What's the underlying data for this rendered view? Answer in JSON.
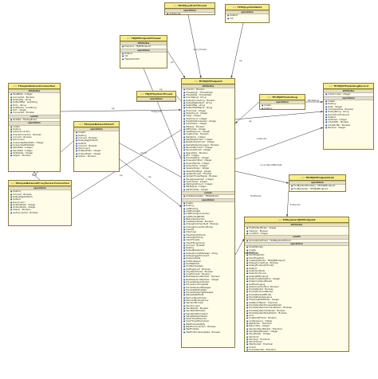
{
  "classes": [
    {
      "id": "tipunit",
      "name": "TPUPJoystickTThread",
      "sections": [
        {
          "title": "operations",
          "items": [
            "OnExecute"
          ]
        }
      ]
    },
    {
      "id": "tupadj",
      "name": "TPUPJoystickHints",
      "sections": [
        {
          "title": "operations",
          "items": [
            "Default",
            "Init"
          ]
        }
      ]
    },
    {
      "id": "tpadthread",
      "name": "TRJSPEndpointThread",
      "sections": [
        {
          "title": "attributes",
          "items": [
            "Endpoint : TRJSPEndpoint"
          ]
        },
        {
          "title": "operations",
          "items": [
            "Default",
            "Init",
            "PrepareForPoll"
          ]
        }
      ]
    },
    {
      "id": "tsimpleconn",
      "name": "TSimpleNetworkConnection",
      "sections": [
        {
          "title": "attributes",
          "items": [
            "RawBSize : Integer",
            "Connected : Boolean",
            "DebugTag : string",
            "DefaultMap : AnsiString",
            "Error : string",
            "HostName : AnsiString",
            "Port : Integer",
            "Connected : Boolean"
          ]
        },
        {
          "title": "events",
          "items": [
            "OnData : TDebugEvent"
          ]
        },
        {
          "title": "operations",
          "items": [
            "Create",
            "Destroy",
            "ClearConnection",
            "CheckConnection : Boolean",
            "Connect : Boolean",
            "Disconnect",
            "GuaranteeReadData : Integer",
            "GuaranteeWriteData",
            "ReadData : Integer",
            "SendData : Integer",
            "WriteData : Integer",
            "IsOpen : Boolean"
          ]
        }
      ]
    },
    {
      "id": "tsimpleclient",
      "name": "TSimpleNetworkClient",
      "sections": [
        {
          "title": "operations",
          "items": [
            "Create",
            "Destroy",
            "Connect : Boolean",
            "DebugTag(Default)",
            "Default",
            "Connect : Boolean",
            "Disconnect",
            "DoReadData : Integer",
            "DoSendData : Integer",
            "IsOpen : Boolean"
          ]
        }
      ]
    },
    {
      "id": "tsimpleserver",
      "name": "TSimpleNetworkProxyServerConnection",
      "sections": [
        {
          "title": "operations",
          "items": [
            "Destroy",
            "Connect : Boolean",
            "DebugTag(Default)",
            "Default",
            "Disconnect",
            "DoReadData : Integer",
            "DoSendData : Integer",
            "IsOpen : Boolean",
            "GetConnected : Boolean"
          ]
        }
      ]
    },
    {
      "id": "tsyscomp",
      "name": "TRJSPSystemThread",
      "sections": [
        {
          "title": "operations",
          "items": [
            "OnExecute"
          ]
        }
      ]
    },
    {
      "id": "tjsp",
      "name": "TPUPJSPEndpoint",
      "sections": [
        {
          "title": "attributes",
          "items": [
            "Checkin : Boolean",
            "CloseOrigin : TCloseOrigin",
            "CloseState : TCloseState",
            "ConnDebug : string",
            "DebugConnecting : Boolean",
            "DebugTagDefault : string",
            "DefaultTag : string",
            "DefaultHostName : string",
            "ErrorCode : Integer",
            "FailedCount : Integer",
            "Flags : Integer",
            "FlushCount : Integer",
            "HasWriteProcessList : Integer",
            "IndexValue : Integer",
            "IsReady : Boolean",
            "JSPHandle : Integer",
            "LastSequence : Integer",
            "LogProvider : Boolean",
            "MaxItems : Integer",
            "MaxFailedOrders : Integer",
            "NewProblemCount : Integer",
            "ReadyNetworkLogged : Boolean",
            "ReceiveErrorInfo : Integer",
            "ReceivedFinish : Integer",
            "RequeStop : Boolean",
            "RTT : Integer",
            "ProcessItems : Integer",
            "QueueAdmitted : Integer",
            "QueueHandle : Integer",
            "QueueTime : Integer",
            "SessionDelay : Integer",
            "SpeedVoidPage : Integer",
            "SystemThread : TThread",
            "SystemThreadSignal : Boolean",
            "TraceQueueOrder : Integer",
            "UserThread : Integer",
            "WaitingInitCount : Integer",
            "WaitSignal : Integer",
            "WaitForData : Integer"
          ]
        },
        {
          "title": "events",
          "items": [
            "OnDataAvailable : TNotifyEvent"
          ]
        },
        {
          "title": "operations",
          "items": [
            "Create",
            "Destroy",
            "AddBinding",
            "AddBindingEx",
            "AddBindingConnection",
            "AddPendingBuffer",
            "BeforeDestruction",
            "CanBeSendData : Boolean",
            "ChangeCommandList : Boolean",
            "ChangeConnection(Mode)",
            "ClearAll",
            "ClearLogs",
            "ClearSpecificEvent",
            "ClearSpecificLog",
            "ClearThreads",
            "ClearTPLogic(Log)",
            "Connect : Boolean",
            "Destroy",
            "DebugBreakpoint",
            "DebugCurrentMessage : string",
            "DebugLoggedConnect",
            "DequeueData",
            "EndPoolSignal",
            "FaultWaitInfo",
            "FindPendingItem",
            "GetFlagCount : Boolean",
            "IsSystemThread : Boolean",
            "LoadFromList : Boolean",
            "NextSequenceNumber : Boolean",
            "NextSequenceNumber : Integer",
            "ProcessDelayedOrders",
            "ProcessIncomingData",
            "ProcessQueueMessages",
            "ProcessWaitingData",
            "ProcessDelayingMessages",
            "ReleaseWaitData",
            "RemoveStopThread",
            "RemoveBindingCrane",
            "SendAndProcess",
            "SendConnect",
            "SendPacket : Boolean",
            "SendPacketHeader",
            "SignalDataProcessed",
            "SignalNetworkReady",
            "UserThreadExecute",
            "UserThreadExecute(s)",
            "WaitForAvailability",
            "WaitForConnection : Boolean",
            "WaitForData",
            "WaitForProcessingData : Boolean"
          ]
        }
      ]
    },
    {
      "id": "tpacketlog",
      "name": "TPUPJSPPacketLog",
      "sections": [
        {
          "title": "operations",
          "items": [
            "Create",
            "Destroy",
            "Log"
          ]
        }
      ]
    },
    {
      "id": "tpacketrec",
      "name": "TPUPJSPPacketLogRecord",
      "sections": [
        {
          "title": "attributes",
          "items": [
            "Indent Index : Integer"
          ]
        },
        {
          "title": "operations",
          "items": [
            "Create",
            "Destroy",
            "Data : Integer",
            "CompareValue : Boolean",
            "DebugString : string",
            "DeriveFromEndpoint",
            "Default",
            "GetIndex : Integer",
            "IndexWith : Boolean",
            "IndexBuffer : Boolean",
            "Receive : Integer"
          ]
        }
      ]
    },
    {
      "id": "tendpointlist",
      "name": "TPUPJSPEndpointList",
      "sections": [
        {
          "title": "operations",
          "items": [
            "FindByClientHandle() : TPUPJSPEndpoint",
            "FindByClient() : TPUPJSPEndpoint"
          ]
        }
      ]
    },
    {
      "id": "tkeyboard",
      "name": "TRKeyboardJSPEndpoint",
      "sections": [
        {
          "title": "attributes",
          "items": [
            "HostDefaultScale : Integer",
            "IdServer : Boolean",
            "LocalPort : Integer"
          ]
        },
        {
          "title": "events",
          "items": [
            "OnCustomerEvent : TLOPKeyboardEvent"
          ]
        },
        {
          "title": "operations",
          "items": [
            "OnLOPPointer",
            "Create",
            "Destroy",
            "PointTrue(Port)",
            "PointTrue(Port)",
            "CreateInitPoints : TPUPJSPEndpoint",
            "DebugConnectLog : Boolean",
            "DebugFrontend(Format)",
            "Default",
            "DetectionMode",
            "DetectionSource",
            "DetectJSPEndpoint",
            "DeterminePacketEnd : Integer",
            "DetermineSendPacket",
            "GetTrackingLog",
            "GetConnectionEnd : Boolean",
            "HandlePacket : Boolean",
            "HandleProducedPacket",
            "HandlePacket(MD_IN)",
            "HandleRetrySequence",
            "FlushLogableToData : Integer",
            "GetRecordByIdx : TCardinal",
            "HandleSystemProcessedPacket",
            "HandleSystemCommandReturn : Boolean",
            "HandleSystemCanPacket : Boolean",
            "HandleSystemPacketOrder : Boolean",
            "Lock",
            "LogPacketFrame : Boolean",
            "LogSequence : Integer",
            "ReadIndex : TCardinal",
            "ReturnSize : Integer",
            "SendAndSendPacket : TCardinal",
            "SendPacketHeader : Integer",
            "SendPacket : Integer",
            "SendLock",
            "SendLog : TCardinal",
            "SendUnLoad",
            "StartSocket : TCardinal",
            "Unlock",
            "UnLoadSocket : TCardinal"
          ]
        }
      ]
    }
  ],
  "edges": [
    {
      "label": "user_thread"
    },
    {
      "label": "ep"
    },
    {
      "label": "ep"
    },
    {
      "label": "Endpoint"
    },
    {
      "label": "client"
    },
    {
      "label": "ep"
    },
    {
      "label": "ep"
    },
    {
      "label": "ep"
    },
    {
      "label": "ep"
    },
    {
      "label": "endpoint"
    },
    {
      "label": "no endpointPackets"
    },
    {
      "label": "EndPoints"
    },
    {
      "label": "MultipleCast"
    },
    {
      "label": "Endpoint"
    },
    {
      "label": "PacketLog"
    },
    {
      "label": "ep"
    }
  ]
}
